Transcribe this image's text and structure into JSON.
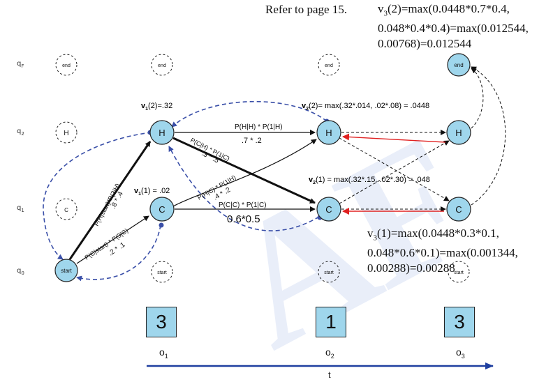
{
  "notes": {
    "refer": "Refer to page 15.",
    "v3_2": {
      "var": "v",
      "sub": "3",
      "line1": "(2)=max(0.0448*0.7*0.4,",
      "line2": "0.048*0.4*0.4)=max(0.012544,",
      "line3": "0.00768)=0.012544"
    },
    "v3_1": {
      "var": "v",
      "sub": "3",
      "line1": "(1)=max(0.0448*0.3*0.1,",
      "line2": "0.048*0.6*0.1)=max(0.001344,",
      "line3": "0.00288)=0.00288"
    }
  },
  "states": {
    "qF": {
      "q": "q",
      "sub": "F"
    },
    "q2": {
      "q": "q",
      "sub": "2"
    },
    "q1": {
      "q": "q",
      "sub": "1"
    },
    "q0": {
      "q": "q",
      "sub": "0"
    }
  },
  "nodes": {
    "end_label": "end",
    "start_label": "start",
    "hot_label": "H",
    "cold_label": "C"
  },
  "annotations": {
    "v1_2": {
      "var": "v",
      "sub": "1",
      "rest": "(2)=.32"
    },
    "v1_1": {
      "var": "v",
      "sub": "1",
      "rest": "(1) = .02"
    },
    "v2_2": {
      "var": "v",
      "sub": "2",
      "rest": "(2)= max(.32*.014, .02*.08) = .0448"
    },
    "v2_1": {
      "var": "v",
      "sub": "2",
      "rest": "(1) = max(.32*.15, .02*.30) = .048"
    },
    "p_hh": "P(H|H) * P(1|H)",
    "p_hh_val": ".7 * .2",
    "p_cc": "P(C|C) * P(1|C)",
    "p_cc_val": "0.6*0.5",
    "p_ch": "P(C|H) * P(1|C)",
    "p_ch_val": ".3 * .5",
    "p_hc": "P(H|C) * P(1|H)",
    "p_hc_val": ".4 * .2",
    "p_sh": "P(H|start)*P(3|H)",
    "p_sh_val": ".8 * .4",
    "p_sc": "P(C|start) * P(3|C)",
    "p_sc_val": ".2 * .1"
  },
  "observations": [
    {
      "value": "3",
      "label": "o",
      "sub": "1"
    },
    {
      "value": "1",
      "label": "o",
      "sub": "2"
    },
    {
      "value": "3",
      "label": "o",
      "sub": "3"
    }
  ],
  "time_label": "t",
  "watermark": "AF",
  "colors": {
    "node_fill": "#9fd6ec",
    "obs_fill": "#9fd6ec",
    "dashed_blue": "#3a4fa8",
    "arrow_red": "#e02020",
    "time_axis": "#1f3fa0"
  }
}
